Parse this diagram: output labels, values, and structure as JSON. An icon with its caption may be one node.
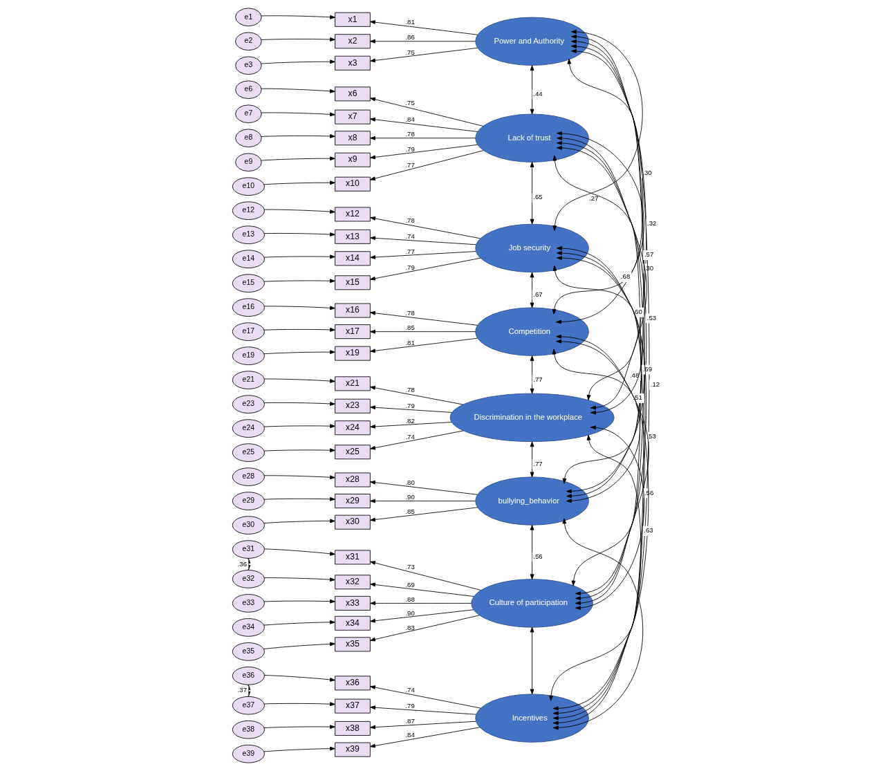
{
  "diagram": {
    "nodes": [
      {
        "text": [
          "Power and Authority"
        ]
      },
      {
        "text": [
          "Lack of trust"
        ]
      },
      {
        "text": [
          "Job security"
        ]
      },
      {
        "text": [
          "Competition"
        ]
      },
      {
        "text": [
          "Discrimination in the workplace"
        ]
      },
      {
        "text": [
          "bullying_behavior"
        ]
      },
      {
        "text": [
          "Culture of participation"
        ]
      },
      {
        "text": [
          "Incentives"
        ]
      },
      {
        "text": [
          "e1"
        ]
      },
      {
        "text": [
          "x1"
        ]
      },
      {
        "text": [
          "e2"
        ]
      },
      {
        "text": [
          "x2"
        ]
      },
      {
        "text": [
          "e3"
        ]
      },
      {
        "text": [
          "x3"
        ]
      },
      {
        "text": [
          "e6"
        ]
      },
      {
        "text": [
          "x6"
        ]
      },
      {
        "text": [
          "e7"
        ]
      },
      {
        "text": [
          "x7"
        ]
      },
      {
        "text": [
          "e8"
        ]
      },
      {
        "text": [
          "x8"
        ]
      },
      {
        "text": [
          "e9"
        ]
      },
      {
        "text": [
          "x9"
        ]
      },
      {
        "text": [
          "e10"
        ]
      },
      {
        "text": [
          "x10"
        ]
      },
      {
        "text": [
          "e12"
        ]
      },
      {
        "text": [
          "x12"
        ]
      },
      {
        "text": [
          "e13"
        ]
      },
      {
        "text": [
          "x13"
        ]
      },
      {
        "text": [
          "e14"
        ]
      },
      {
        "text": [
          "x14"
        ]
      },
      {
        "text": [
          "e15"
        ]
      },
      {
        "text": [
          "x15"
        ]
      },
      {
        "text": [
          "e16"
        ]
      },
      {
        "text": [
          "x16"
        ]
      },
      {
        "text": [
          "e17"
        ]
      },
      {
        "text": [
          "x17"
        ]
      },
      {
        "text": [
          "e19"
        ]
      },
      {
        "text": [
          "x19"
        ]
      },
      {
        "text": [
          "e21"
        ]
      },
      {
        "text": [
          "x21"
        ]
      },
      {
        "text": [
          "e23"
        ]
      },
      {
        "text": [
          "x23"
        ]
      },
      {
        "text": [
          "e24"
        ]
      },
      {
        "text": [
          "x24"
        ]
      },
      {
        "text": [
          "e25"
        ]
      },
      {
        "text": [
          "x25"
        ]
      },
      {
        "text": [
          "e28"
        ]
      },
      {
        "text": [
          "x28"
        ]
      },
      {
        "text": [
          "e29"
        ]
      },
      {
        "text": [
          "x29"
        ]
      },
      {
        "text": [
          "e30"
        ]
      },
      {
        "text": [
          "x30"
        ]
      },
      {
        "text": [
          "e31"
        ]
      },
      {
        "text": [
          "x31"
        ]
      },
      {
        "text": [
          "e32"
        ]
      },
      {
        "text": [
          "x32"
        ]
      },
      {
        "text": [
          "e33"
        ]
      },
      {
        "text": [
          "x33"
        ]
      },
      {
        "text": [
          "e34"
        ]
      },
      {
        "text": [
          "x34"
        ]
      },
      {
        "text": [
          "e35"
        ]
      },
      {
        "text": [
          "x35"
        ]
      },
      {
        "text": [
          "e36"
        ]
      },
      {
        "text": [
          "x36"
        ]
      },
      {
        "text": [
          "e37"
        ]
      },
      {
        "text": [
          "x37"
        ]
      },
      {
        "text": [
          "e38"
        ]
      },
      {
        "text": [
          "x38"
        ]
      },
      {
        "text": [
          "e39"
        ]
      },
      {
        "text": [
          "x39"
        ]
      }
    ],
    "edges": [
      {
        "from": 8,
        "to": 9,
        "arrow": "to"
      },
      {
        "from": 0,
        "to": 9,
        "arrow": "to",
        "label": ".81"
      },
      {
        "from": 10,
        "to": 11,
        "arrow": "to"
      },
      {
        "from": 0,
        "to": 11,
        "arrow": "to",
        "label": ".86"
      },
      {
        "from": 12,
        "to": 13,
        "arrow": "to"
      },
      {
        "from": 0,
        "to": 13,
        "arrow": "to",
        "label": ".75"
      },
      {
        "from": 14,
        "to": 15,
        "arrow": "to"
      },
      {
        "from": 1,
        "to": 15,
        "arrow": "to",
        "label": ".75"
      },
      {
        "from": 16,
        "to": 17,
        "arrow": "to"
      },
      {
        "from": 1,
        "to": 17,
        "arrow": "to",
        "label": ".84"
      },
      {
        "from": 18,
        "to": 19,
        "arrow": "to"
      },
      {
        "from": 1,
        "to": 19,
        "arrow": "to",
        "label": ".78"
      },
      {
        "from": 20,
        "to": 21,
        "arrow": "to"
      },
      {
        "from": 1,
        "to": 21,
        "arrow": "to",
        "label": ".79"
      },
      {
        "from": 22,
        "to": 23,
        "arrow": "to"
      },
      {
        "from": 1,
        "to": 23,
        "arrow": "to",
        "label": ".77"
      },
      {
        "from": 24,
        "to": 25,
        "arrow": "to"
      },
      {
        "from": 2,
        "to": 25,
        "arrow": "to",
        "label": ".78"
      },
      {
        "from": 26,
        "to": 27,
        "arrow": "to"
      },
      {
        "from": 2,
        "to": 27,
        "arrow": "to",
        "label": ".74"
      },
      {
        "from": 28,
        "to": 29,
        "arrow": "to"
      },
      {
        "from": 2,
        "to": 29,
        "arrow": "to",
        "label": ".77"
      },
      {
        "from": 30,
        "to": 31,
        "arrow": "to"
      },
      {
        "from": 2,
        "to": 31,
        "arrow": "to",
        "label": ".79"
      },
      {
        "from": 32,
        "to": 33,
        "arrow": "to"
      },
      {
        "from": 3,
        "to": 33,
        "arrow": "to",
        "label": ".78"
      },
      {
        "from": 34,
        "to": 35,
        "arrow": "to"
      },
      {
        "from": 3,
        "to": 35,
        "arrow": "to",
        "label": ".85"
      },
      {
        "from": 36,
        "to": 37,
        "arrow": "to"
      },
      {
        "from": 3,
        "to": 37,
        "arrow": "to",
        "label": ".81"
      },
      {
        "from": 38,
        "to": 39,
        "arrow": "to"
      },
      {
        "from": 4,
        "to": 39,
        "arrow": "to",
        "label": ".78"
      },
      {
        "from": 40,
        "to": 41,
        "arrow": "to"
      },
      {
        "from": 4,
        "to": 41,
        "arrow": "to",
        "label": ".79"
      },
      {
        "from": 42,
        "to": 43,
        "arrow": "to"
      },
      {
        "from": 4,
        "to": 43,
        "arrow": "to",
        "label": ".82"
      },
      {
        "from": 44,
        "to": 45,
        "arrow": "to"
      },
      {
        "from": 4,
        "to": 45,
        "arrow": "to",
        "label": ".74"
      },
      {
        "from": 46,
        "to": 47,
        "arrow": "to"
      },
      {
        "from": 5,
        "to": 47,
        "arrow": "to",
        "label": ".80"
      },
      {
        "from": 48,
        "to": 49,
        "arrow": "to"
      },
      {
        "from": 5,
        "to": 49,
        "arrow": "to",
        "label": ".90"
      },
      {
        "from": 50,
        "to": 51,
        "arrow": "to"
      },
      {
        "from": 5,
        "to": 51,
        "arrow": "to",
        "label": ".85"
      },
      {
        "from": 52,
        "to": 53,
        "arrow": "to"
      },
      {
        "from": 6,
        "to": 53,
        "arrow": "to",
        "label": ".73"
      },
      {
        "from": 54,
        "to": 55,
        "arrow": "to"
      },
      {
        "from": 6,
        "to": 55,
        "arrow": "to",
        "label": ".69"
      },
      {
        "from": 56,
        "to": 57,
        "arrow": "to"
      },
      {
        "from": 6,
        "to": 57,
        "arrow": "to",
        "label": ".88"
      },
      {
        "from": 58,
        "to": 59,
        "arrow": "to"
      },
      {
        "from": 6,
        "to": 59,
        "arrow": "to",
        "label": ".90"
      },
      {
        "from": 60,
        "to": 61,
        "arrow": "to"
      },
      {
        "from": 6,
        "to": 61,
        "arrow": "to",
        "label": ".83"
      },
      {
        "from": 62,
        "to": 63,
        "arrow": "to"
      },
      {
        "from": 7,
        "to": 63,
        "arrow": "to",
        "label": ".74"
      },
      {
        "from": 64,
        "to": 65,
        "arrow": "to"
      },
      {
        "from": 7,
        "to": 65,
        "arrow": "to",
        "label": ".79"
      },
      {
        "from": 66,
        "to": 67,
        "arrow": "to"
      },
      {
        "from": 7,
        "to": 67,
        "arrow": "to",
        "label": ".87"
      },
      {
        "from": 68,
        "to": 69,
        "arrow": "to"
      },
      {
        "from": 7,
        "to": 69,
        "arrow": "to",
        "label": ".84"
      },
      {
        "from": 52,
        "to": 54,
        "arrow": "both",
        "label": ".36"
      },
      {
        "from": 62,
        "to": 64,
        "arrow": "both",
        "label": ".37"
      },
      {
        "from": 0,
        "to": 1,
        "arrow": "both",
        "label": ".44"
      },
      {
        "from": 1,
        "to": 2,
        "arrow": "both",
        "label": ".65"
      },
      {
        "from": 2,
        "to": 3,
        "arrow": "both",
        "label": ".67"
      },
      {
        "from": 3,
        "to": 4,
        "arrow": "both",
        "label": ".77"
      },
      {
        "from": 4,
        "to": 5,
        "arrow": "both",
        "label": ".77"
      },
      {
        "from": 5,
        "to": 6,
        "arrow": "both",
        "label": ".56"
      },
      {
        "from": 6,
        "to": 7,
        "arrow": "both"
      },
      {
        "from": 0,
        "to": 2,
        "arrow": "both",
        "label": ".27"
      },
      {
        "from": 1,
        "to": 3,
        "arrow": "both",
        "label": ".68"
      },
      {
        "from": 2,
        "to": 4,
        "arrow": "both",
        "label": ".60"
      },
      {
        "from": 3,
        "to": 5,
        "arrow": "both",
        "label": ".51"
      },
      {
        "from": 4,
        "to": 6,
        "arrow": "both",
        "label": ".63"
      },
      {
        "from": 5,
        "to": 7,
        "arrow": "both"
      },
      {
        "from": 0,
        "to": 3,
        "arrow": "both",
        "label": ".30"
      },
      {
        "from": 1,
        "to": 4,
        "arrow": "both",
        "label": ".57"
      },
      {
        "from": 2,
        "to": 5,
        "arrow": "both",
        "label": ".69"
      },
      {
        "from": 3,
        "to": 6,
        "arrow": "both",
        "label": ".56"
      },
      {
        "from": 4,
        "to": 7,
        "arrow": "both"
      },
      {
        "from": 0,
        "to": 4,
        "arrow": "both",
        "label": ".32"
      },
      {
        "from": 1,
        "to": 5,
        "arrow": "both",
        "label": ".53"
      },
      {
        "from": 2,
        "to": 6,
        "arrow": "both",
        "label": ".53"
      },
      {
        "from": 3,
        "to": 7,
        "arrow": "both"
      },
      {
        "from": 0,
        "to": 5,
        "arrow": "both",
        "label": ".30"
      },
      {
        "from": 1,
        "to": 6,
        "arrow": "both",
        "label": ".48"
      },
      {
        "from": 2,
        "to": 7,
        "arrow": "both"
      },
      {
        "from": 0,
        "to": 6,
        "arrow": "both"
      },
      {
        "from": 1,
        "to": 7,
        "arrow": "both"
      },
      {
        "from": 0,
        "to": 7,
        "arrow": "both",
        "label": ".12"
      }
    ]
  }
}
